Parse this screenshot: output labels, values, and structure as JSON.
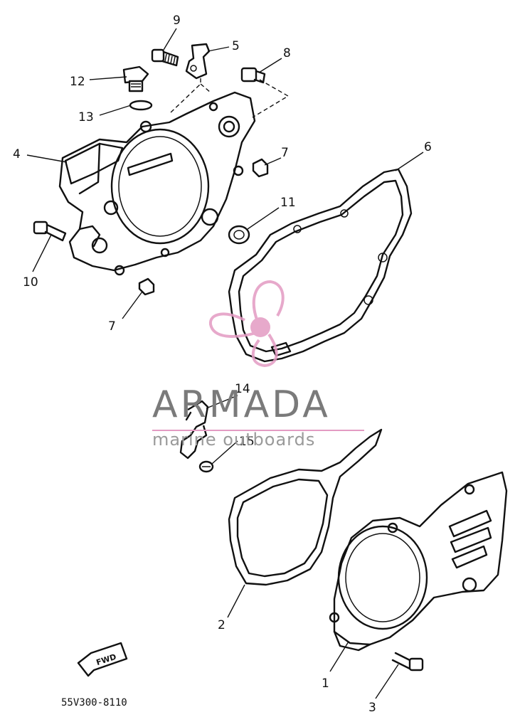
{
  "diagram": {
    "callouts": [
      "9",
      "5",
      "8",
      "12",
      "13",
      "4",
      "7",
      "6",
      "11",
      "10",
      "7",
      "14",
      "15",
      "2",
      "1",
      "3"
    ],
    "direction_label": "FWD",
    "drawing_code": "55V300-8110"
  },
  "watermark": {
    "brand": "ARMADA",
    "tagline": "marine outboards",
    "logo_color": "#e39bc3"
  }
}
